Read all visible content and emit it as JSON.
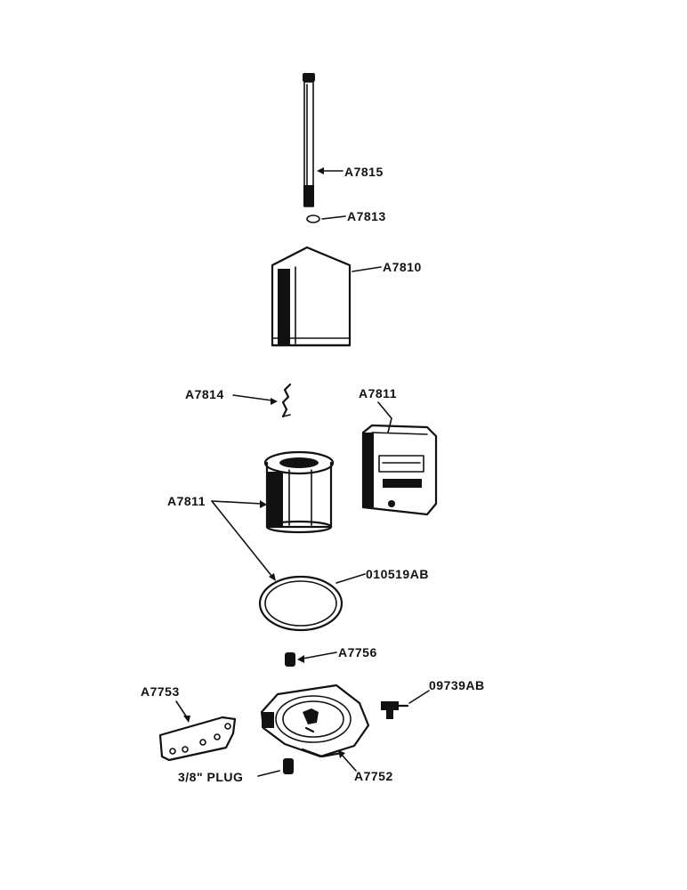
{
  "labels": {
    "bolt": "A7815",
    "washer": "A7813",
    "cover": "A7810",
    "spring": "A7814",
    "kit_box": "A7811",
    "element": "A7811",
    "gasket": "010519AB",
    "small_plug": "A7756",
    "fitting": "09739AB",
    "plate": "A7753",
    "base": "A7752",
    "drain_plug": "3/8\" PLUG"
  },
  "colors": {
    "ink": "#111111",
    "background": "#ffffff"
  }
}
